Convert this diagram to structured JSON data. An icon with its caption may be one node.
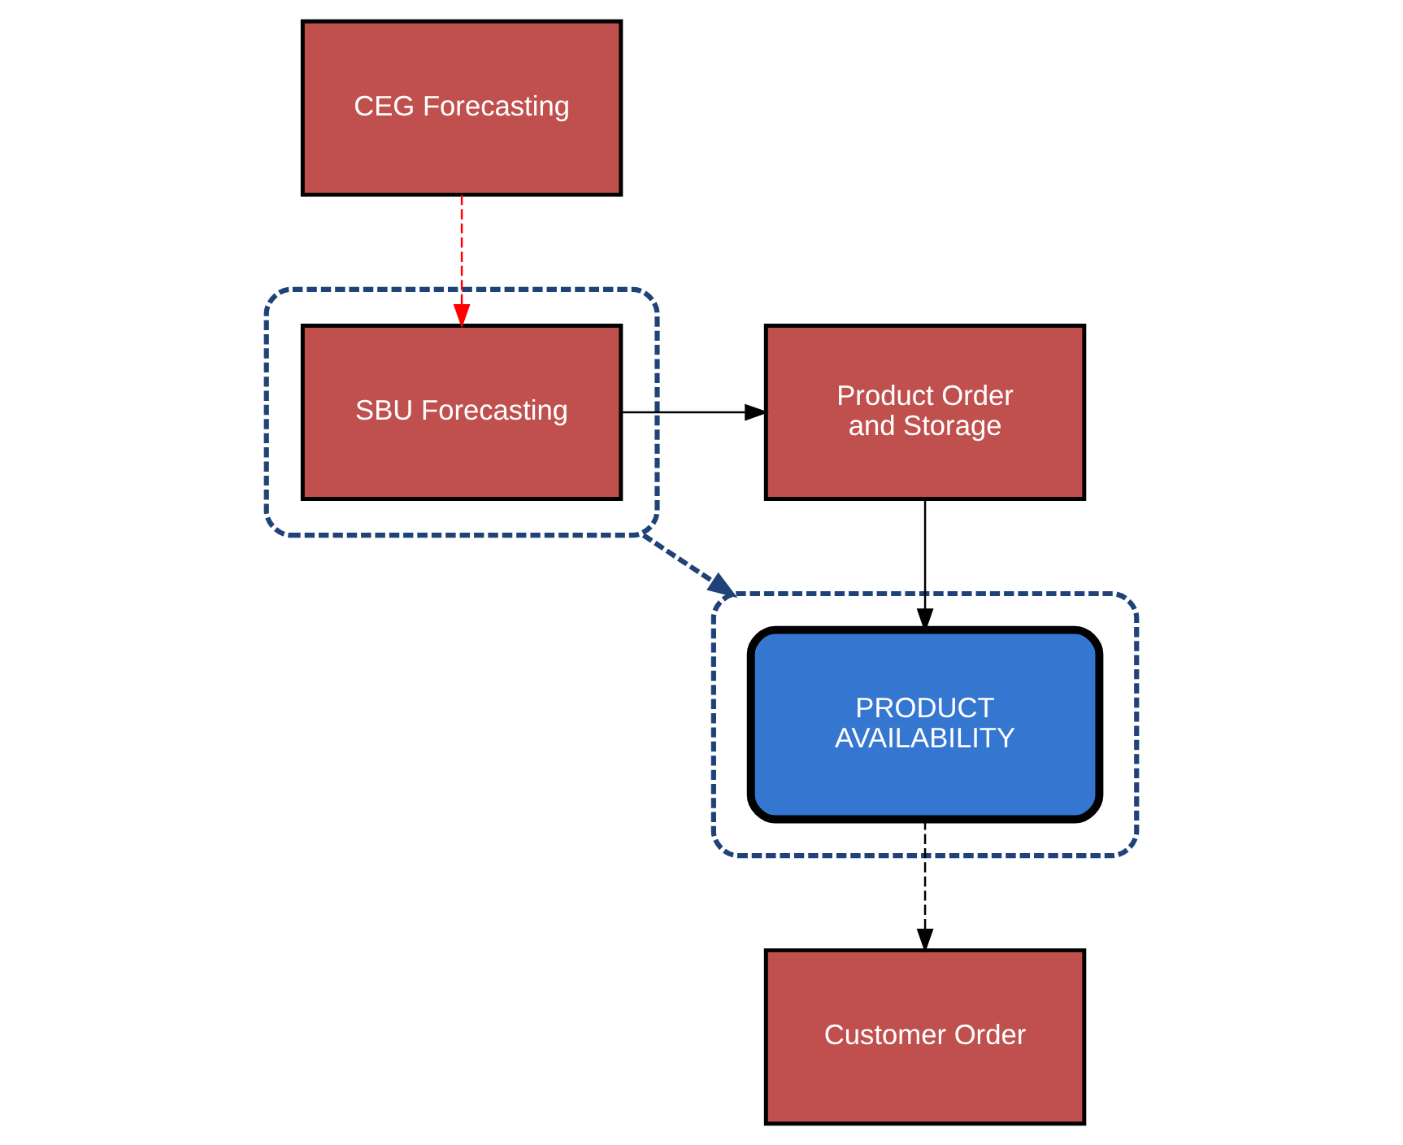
{
  "diagram": {
    "nodes": [
      {
        "text": [
          "CEG Forecasting"
        ]
      },
      {
        "text": [],
        "shape": "ellipse"
      },
      {
        "text": [
          "SBU Forecasting"
        ],
        "in": 1
      },
      {
        "text": [
          "Product Order and Storage"
        ]
      },
      {
        "text": [],
        "shape": "ellipse"
      },
      {
        "text": [
          "PRODUCT AVAILABILITY"
        ],
        "in": 4
      },
      {
        "text": [
          "Customer Order"
        ]
      }
    ],
    "edges": [
      {
        "from": 0,
        "to": 2,
        "arrow": "to",
        "style": "dashed",
        "color": "#ff0000"
      },
      {
        "from": 2,
        "to": 3,
        "arrow": "to"
      },
      {
        "from": 3,
        "to": 5,
        "arrow": "to"
      },
      {
        "from": 1,
        "to": 4,
        "arrow": "to",
        "style": "dashed",
        "color": "#1f4278"
      },
      {
        "from": 5,
        "to": 6,
        "arrow": "to",
        "style": "dashed"
      }
    ]
  }
}
